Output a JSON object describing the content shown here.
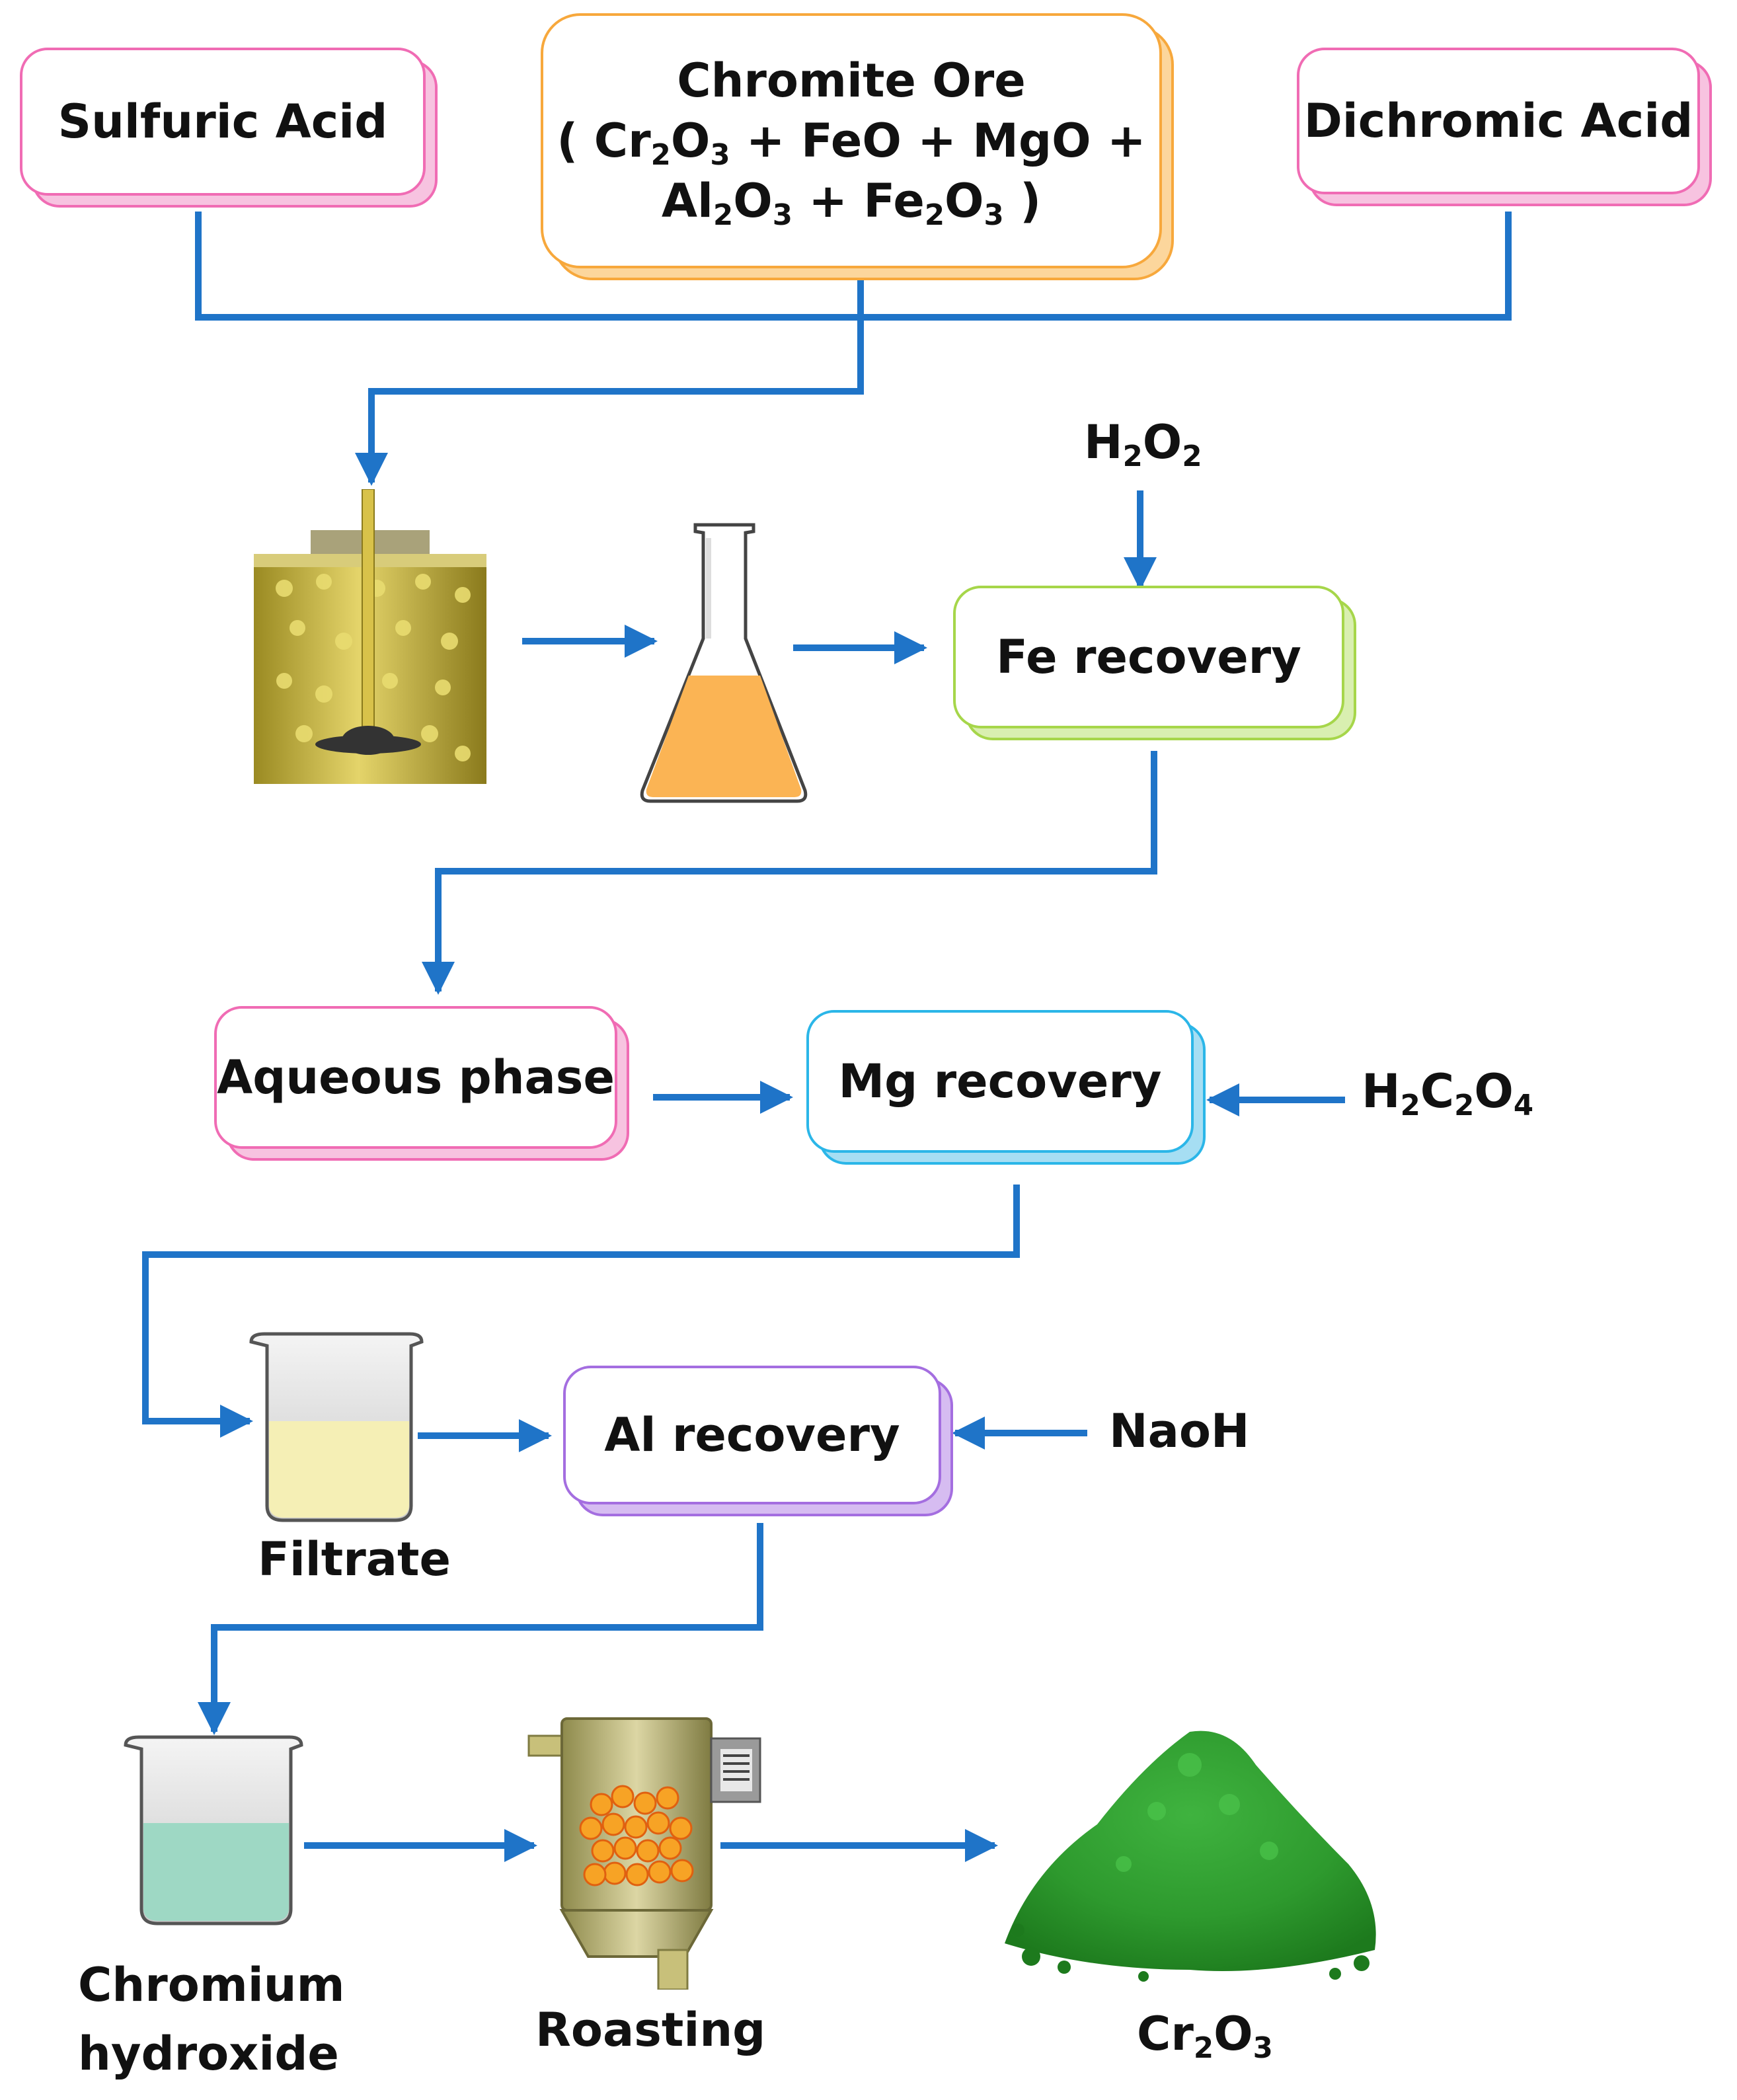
{
  "inputs": {
    "sulfuric_acid": "Sulfuric Acid",
    "dichromic_acid": "Dichromic Acid",
    "chromite_ore": {
      "title": "Chromite Ore",
      "line2": {
        "p1": "( Cr",
        "s1": "2",
        "p2": "O",
        "s2": "3",
        "p3": " + FeO + MgO +"
      },
      "line3": {
        "p1": "Al",
        "s1": "2",
        "p2": "O",
        "s2": "3",
        "p3": " + Fe",
        "s3": "2",
        "p4": "O",
        "s4": "3",
        "p5": " )"
      }
    }
  },
  "reagents": {
    "h2o2": {
      "p1": "H",
      "s1": "2",
      "p2": "O",
      "s2": "2"
    },
    "h2c2o4": {
      "p1": "H",
      "s1": "2",
      "p2": "C",
      "s2": "2",
      "p3": "O",
      "s3": "4"
    },
    "naoh": "NaoH"
  },
  "steps": {
    "fe_recovery": "Fe recovery",
    "aqueous_phase": "Aqueous phase",
    "mg_recovery": "Mg recovery",
    "al_recovery": "Al recovery"
  },
  "labels": {
    "filtrate": "Filtrate",
    "chromium_hydroxide_line1": "Chromium",
    "chromium_hydroxide_line2": "hydroxide",
    "roasting": "Roasting",
    "product": {
      "p1": "Cr",
      "s1": "2",
      "p2": "O",
      "s2": "3"
    }
  },
  "colors": {
    "arrow": "#1f74c8",
    "pink_border": "#f06cb4",
    "orange_border": "#f7a83c",
    "green_border": "#a6d64a",
    "blue_border": "#2bb6e8",
    "purple_border": "#a46ee0",
    "reactor_gold": "#c8b84a",
    "flask_liquid": "#fbb454",
    "filtrate_liquid": "#f5efb5",
    "hydroxide_liquid": "#9ed8c4",
    "product_green": "#2e9a2e"
  }
}
